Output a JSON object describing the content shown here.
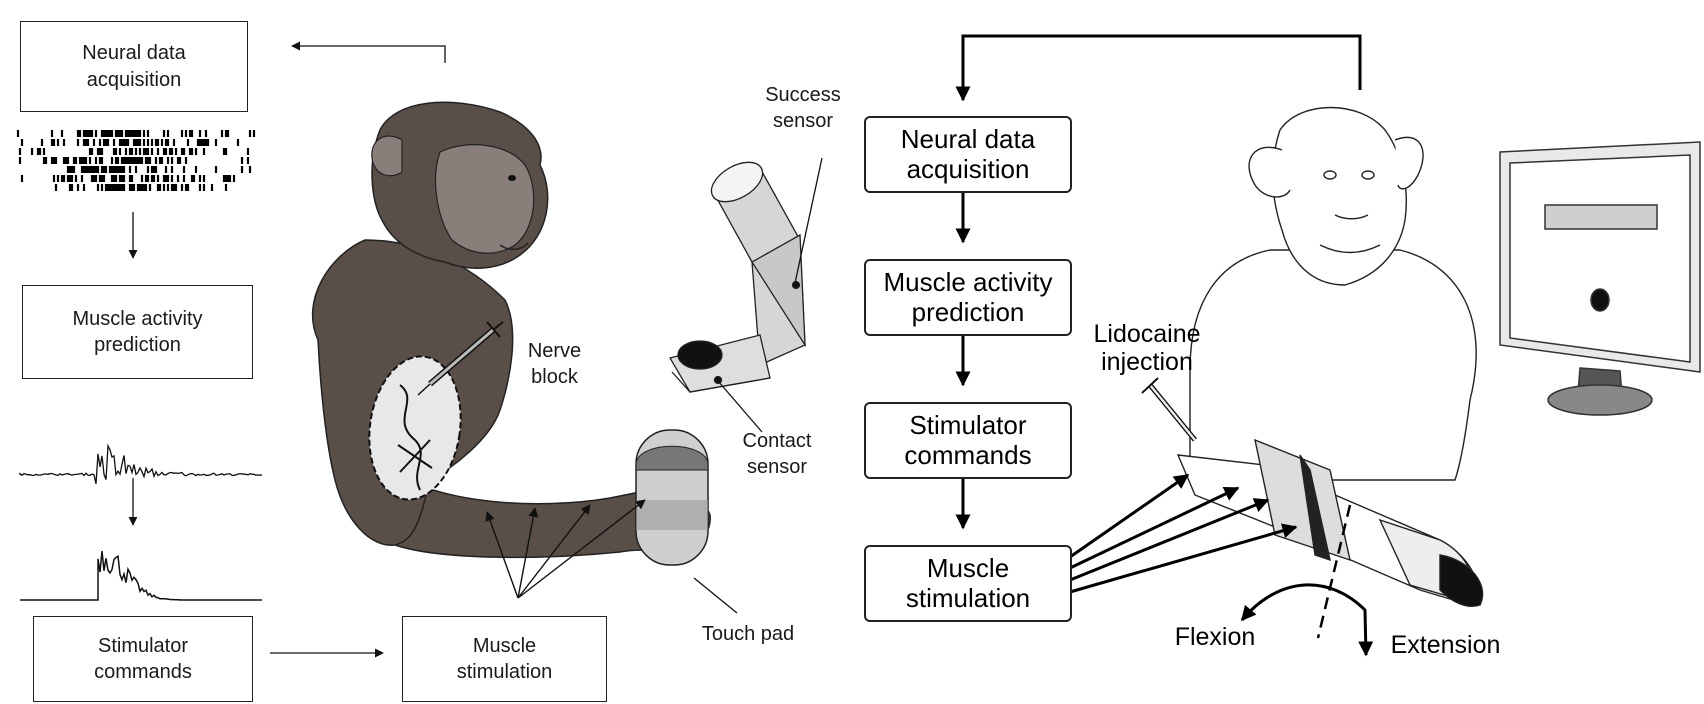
{
  "left_panel": {
    "boxes": {
      "neural": "Neural data\nacquisition",
      "muscle_pred": "Muscle activity\nprediction",
      "stim_cmd": "Stimulator\ncommands",
      "muscle_stim": "Muscle\nstimulation"
    },
    "labels": {
      "nerve_block": "Nerve\nblock",
      "success_sensor": "Success\nsensor",
      "contact_sensor": "Contact\nsensor",
      "touch_pad": "Touch pad"
    }
  },
  "right_panel": {
    "boxes": {
      "neural": "Neural data\nacquisition",
      "muscle_pred": "Muscle activity\nprediction",
      "stim_cmd": "Stimulator\ncommands",
      "muscle_stim": "Muscle\nstimulation"
    },
    "labels": {
      "lidocaine": "Lidocaine\ninjection",
      "flexion": "Flexion",
      "extension": "Extension"
    }
  },
  "colors": {
    "monkey_fur": "#5a4e49",
    "monkey_face": "#8a7e7b",
    "line": "#111111"
  }
}
